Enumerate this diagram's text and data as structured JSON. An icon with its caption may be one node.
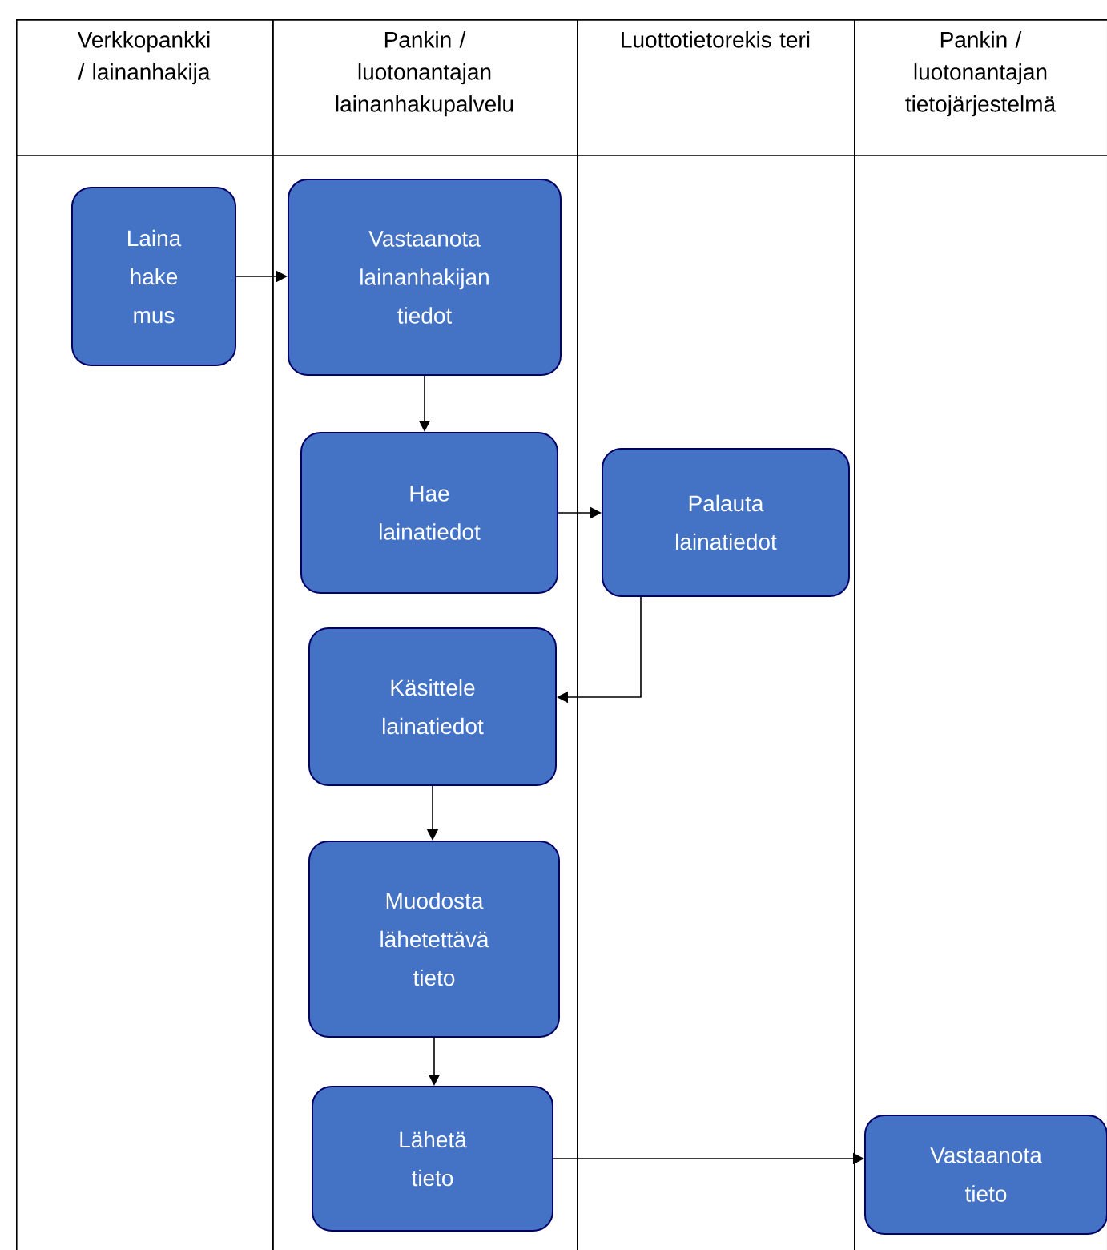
{
  "diagram": {
    "nodes": [
      {
        "text": [
          "Verkkopankki / lainanhakija"
        ]
      },
      {
        "text": [
          "Pankin / luotonantajan lainanhakupalvelu"
        ]
      },
      {
        "text": [
          "Luottotietorekis teri"
        ]
      },
      {
        "text": [
          "Pankin / luotonantajan tietojärjestelmä"
        ]
      },
      {
        "text": [
          "Laina hake mus"
        ],
        "in": 0
      },
      {
        "text": [
          "Vastaanota lainanhakijan tiedot"
        ],
        "in": 1
      },
      {
        "text": [
          "Hae lainatiedot"
        ],
        "in": 1
      },
      {
        "text": [
          "Palauta lainatiedot"
        ],
        "in": 2
      },
      {
        "text": [
          "Käsittele lainatiedot"
        ],
        "in": 1
      },
      {
        "text": [
          "Muodosta lähetettävä tieto"
        ],
        "in": 1
      },
      {
        "text": [
          "Lähetä tieto"
        ],
        "in": 1
      },
      {
        "text": [
          "Vastaanota tieto"
        ],
        "in": 3
      }
    ],
    "edges": [
      {
        "from": 4,
        "to": 5,
        "arrow": "to"
      },
      {
        "from": 5,
        "to": 6,
        "arrow": "to"
      },
      {
        "from": 6,
        "to": 7,
        "arrow": "to"
      },
      {
        "from": 7,
        "to": 8,
        "arrow": "to"
      },
      {
        "from": 8,
        "to": 9,
        "arrow": "to"
      },
      {
        "from": 9,
        "to": 10,
        "arrow": "to"
      },
      {
        "from": 10,
        "to": 11,
        "arrow": "to"
      }
    ]
  }
}
